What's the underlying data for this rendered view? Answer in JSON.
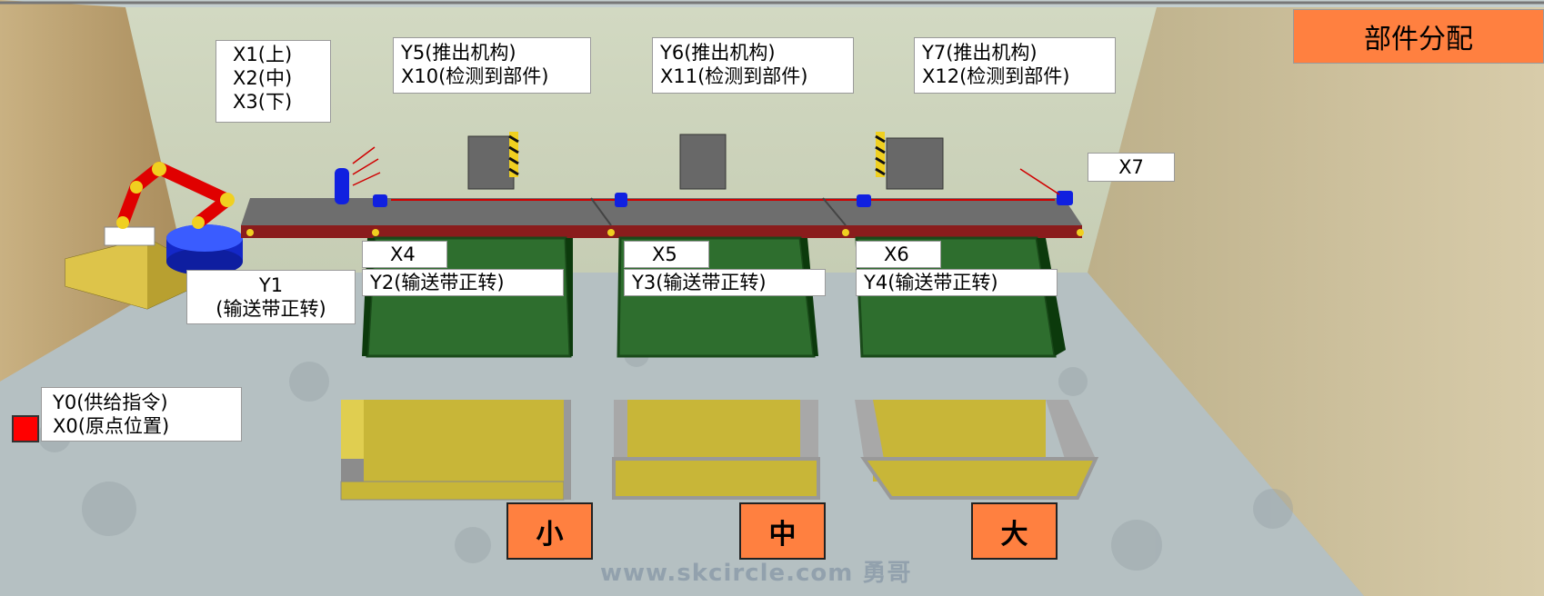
{
  "header": {
    "title_button": "部件分配"
  },
  "robot": {
    "position_labels": [
      "X1(上)",
      "X2(中)",
      "X3(下)"
    ],
    "belt_label": [
      "Y1",
      "(输送带正转)"
    ]
  },
  "supply": {
    "labels": [
      "Y0(供给指令)",
      "X0(原点位置)"
    ],
    "indicator_color": "#ff0000"
  },
  "pushers": [
    {
      "labels": [
        "Y5(推出机构)",
        "X10(检测到部件)"
      ]
    },
    {
      "labels": [
        "Y6(推出机构)",
        "X11(检测到部件)"
      ]
    },
    {
      "labels": [
        "Y7(推出机构)",
        "X12(检测到部件)"
      ]
    }
  ],
  "sensors": {
    "x4": "X4",
    "x5": "X5",
    "x6": "X6",
    "x7": "X7"
  },
  "belts": {
    "y2": "Y2(输送带正转)",
    "y3": "Y3(输送带正转)",
    "y4": "Y4(输送带正转)"
  },
  "size_buttons": {
    "small": "小",
    "medium": "中",
    "large": "大"
  },
  "watermark": "www.skcircle.com 勇哥",
  "colors": {
    "accent": "#ff8040",
    "sensor_blue": "#1020e0",
    "belt_green": "#2e6e2e",
    "bin_yellow": "#c8b638",
    "robot_red": "#e00000",
    "robot_yellow": "#f0d020"
  }
}
